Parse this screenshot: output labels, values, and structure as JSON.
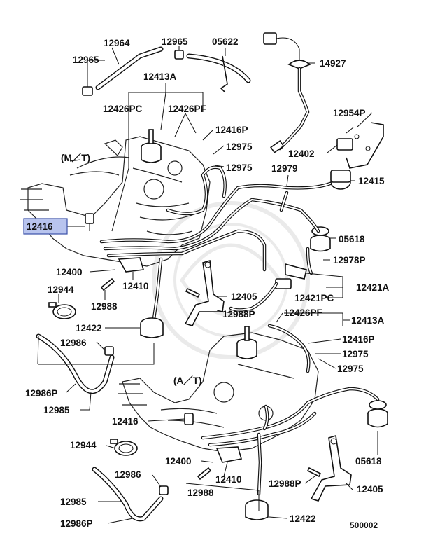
{
  "diagram": {
    "sections": {
      "manual": "(M／T)",
      "automatic": "(A／T)"
    },
    "figure_number": "500002",
    "highlighted_part": "12416",
    "labels": {
      "p12964": "12964",
      "p12965a": "12965",
      "p12965b": "12965",
      "p05622": "05622",
      "p14927": "14927",
      "p12413A_top": "12413A",
      "p12426PC": "12426PC",
      "p12426PF_top": "12426PF",
      "p12416P_top": "12416P",
      "p12975_a": "12975",
      "p12975_b": "12975",
      "p12954P": "12954P",
      "p12402": "12402",
      "p12979": "12979",
      "p12415": "12415",
      "p05618_top": "05618",
      "p12978P": "12978P",
      "p12400_top": "12400",
      "p12410_top": "12410",
      "p12944_top": "12944",
      "p12988_top": "12988",
      "p12405_top": "12405",
      "p12421PC": "12421PC",
      "p12421A": "12421A",
      "p12988P_top": "12988P",
      "p12426PF_bot": "12426PF",
      "p12413A_bot": "12413A",
      "p12422_top": "12422",
      "p12986_top": "12986",
      "p12416P_bot": "12416P",
      "p12975_c": "12975",
      "p12975_d": "12975",
      "p12986P_top": "12986P",
      "p12985_top": "12985",
      "p12416_bot": "12416",
      "p12944_bot": "12944",
      "p05618_bot": "05618",
      "p12400_bot": "12400",
      "p12410_bot": "12410",
      "p12986_bot": "12986",
      "p12988P_bot": "12988P",
      "p12405_bot": "12405",
      "p12988_bot": "12988",
      "p12985_bot": "12985",
      "p12986P_bot": "12986P",
      "p12422_bot": "12422"
    }
  }
}
